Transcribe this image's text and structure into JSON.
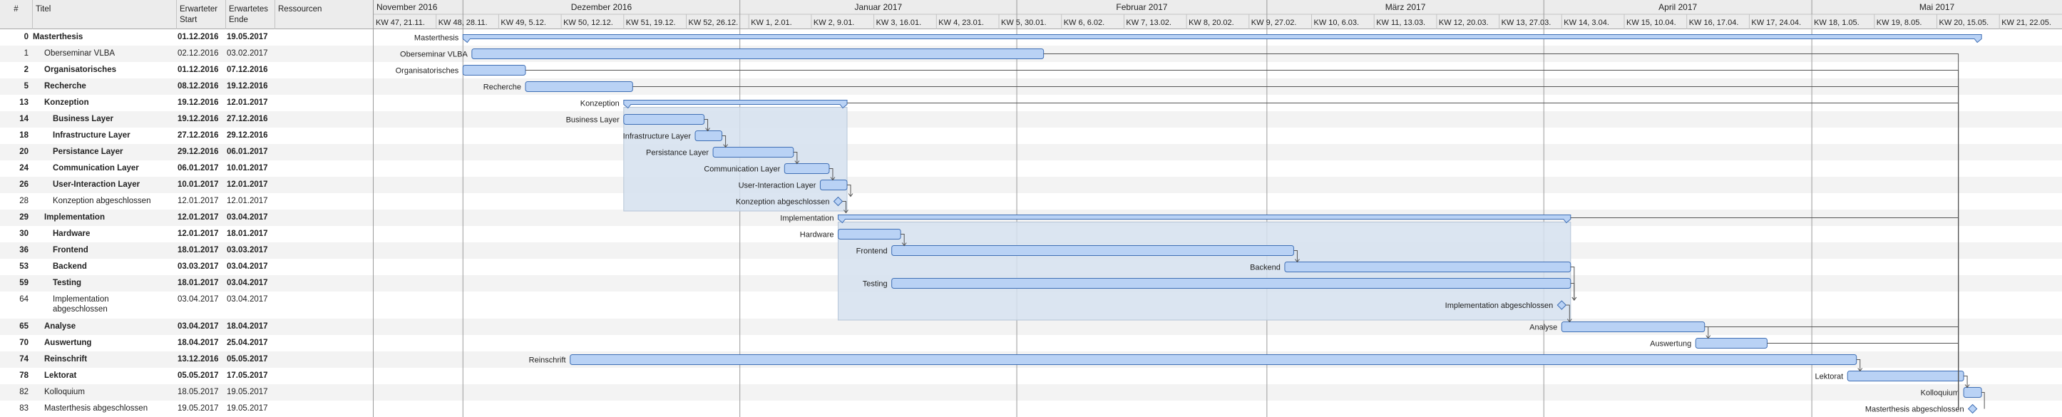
{
  "table": {
    "headers": {
      "num": "#",
      "title": "Titel",
      "start_l1": "Erwarteter",
      "start_l2": "Start",
      "end_l1": "Erwartetes",
      "end_l2": "Ende",
      "resources": "Ressourcen"
    },
    "rows": [
      {
        "id": "0",
        "title": "Masterthesis",
        "start": "01.12.2016",
        "end": "19.05.2017",
        "bold": true,
        "indent": 0
      },
      {
        "id": "1",
        "title": "Oberseminar VLBA",
        "start": "02.12.2016",
        "end": "03.02.2017",
        "bold": false,
        "indent": 1
      },
      {
        "id": "2",
        "title": "Organisatorisches",
        "start": "01.12.2016",
        "end": "07.12.2016",
        "bold": true,
        "indent": 1
      },
      {
        "id": "5",
        "title": "Recherche",
        "start": "08.12.2016",
        "end": "19.12.2016",
        "bold": true,
        "indent": 1
      },
      {
        "id": "13",
        "title": "Konzeption",
        "start": "19.12.2016",
        "end": "12.01.2017",
        "bold": true,
        "indent": 1
      },
      {
        "id": "14",
        "title": "Business Layer",
        "start": "19.12.2016",
        "end": "27.12.2016",
        "bold": true,
        "indent": 2
      },
      {
        "id": "18",
        "title": "Infrastructure Layer",
        "start": "27.12.2016",
        "end": "29.12.2016",
        "bold": true,
        "indent": 2
      },
      {
        "id": "20",
        "title": "Persistance Layer",
        "start": "29.12.2016",
        "end": "06.01.2017",
        "bold": true,
        "indent": 2
      },
      {
        "id": "24",
        "title": "Communication Layer",
        "start": "06.01.2017",
        "end": "10.01.2017",
        "bold": true,
        "indent": 2
      },
      {
        "id": "26",
        "title": "User-Interaction Layer",
        "start": "10.01.2017",
        "end": "12.01.2017",
        "bold": true,
        "indent": 2
      },
      {
        "id": "28",
        "title": "Konzeption abgeschlossen",
        "start": "12.01.2017",
        "end": "12.01.2017",
        "bold": false,
        "indent": 2
      },
      {
        "id": "29",
        "title": "Implementation",
        "start": "12.01.2017",
        "end": "03.04.2017",
        "bold": true,
        "indent": 1
      },
      {
        "id": "30",
        "title": "Hardware",
        "start": "12.01.2017",
        "end": "18.01.2017",
        "bold": true,
        "indent": 2
      },
      {
        "id": "36",
        "title": "Frontend",
        "start": "18.01.2017",
        "end": "03.03.2017",
        "bold": true,
        "indent": 2
      },
      {
        "id": "53",
        "title": "Backend",
        "start": "03.03.2017",
        "end": "03.04.2017",
        "bold": true,
        "indent": 2
      },
      {
        "id": "59",
        "title": "Testing",
        "start": "18.01.2017",
        "end": "03.04.2017",
        "bold": true,
        "indent": 2
      },
      {
        "id": "64",
        "title": "Implementation abgeschlossen",
        "start": "03.04.2017",
        "end": "03.04.2017",
        "bold": false,
        "indent": 2
      },
      {
        "id": "65",
        "title": "Analyse",
        "start": "03.04.2017",
        "end": "18.04.2017",
        "bold": true,
        "indent": 1
      },
      {
        "id": "70",
        "title": "Auswertung",
        "start": "18.04.2017",
        "end": "25.04.2017",
        "bold": true,
        "indent": 1
      },
      {
        "id": "74",
        "title": "Reinschrift",
        "start": "13.12.2016",
        "end": "05.05.2017",
        "bold": true,
        "indent": 1
      },
      {
        "id": "78",
        "title": "Lektorat",
        "start": "05.05.2017",
        "end": "17.05.2017",
        "bold": true,
        "indent": 1
      },
      {
        "id": "82",
        "title": "Kolloquium",
        "start": "18.05.2017",
        "end": "19.05.2017",
        "bold": false,
        "indent": 1
      },
      {
        "id": "83",
        "title": "Masterthesis abgeschlossen",
        "start": "19.05.2017",
        "end": "19.05.2017",
        "bold": false,
        "indent": 1
      }
    ]
  },
  "timeline": {
    "months": [
      "November 2016",
      "Dezember 2016",
      "Januar 2017",
      "Februar 2017",
      "März 2017",
      "April 2017",
      "Mai 2017"
    ],
    "weeks": [
      "KW 47, 21.11.",
      "KW 48, 28.11.",
      "KW 49, 5.12.",
      "KW 50, 12.12.",
      "KW 51, 19.12.",
      "KW 52, 26.12.",
      "KW 1, 2.01.",
      "KW 2, 9.01.",
      "KW 3, 16.01.",
      "KW 4, 23.01.",
      "KW 5, 30.01.",
      "KW 6, 6.02.",
      "KW 7, 13.02.",
      "KW 8, 20.02.",
      "KW 9, 27.02.",
      "KW 10, 6.03.",
      "KW 11, 13.03.",
      "KW 12, 20.03.",
      "KW 13, 27.03.",
      "KW 14, 3.04.",
      "KW 15, 10.04.",
      "KW 16, 17.04.",
      "KW 17, 24.04.",
      "KW 18, 1.05.",
      "KW 19, 8.05.",
      "KW 20, 15.05.",
      "KW 21, 22.05."
    ],
    "colors": {
      "bar_fill": "#b9d2f5",
      "bar_stroke": "#3f6fb5",
      "group_fill": "#d5e1ef",
      "line": "#555555"
    }
  },
  "tasks": [
    {
      "label": "Masterthesis",
      "start": "2016-12-01",
      "end": "2017-05-19",
      "type": "summary"
    },
    {
      "label": "Oberseminar VLBA",
      "start": "2016-12-02",
      "end": "2017-02-03",
      "type": "task"
    },
    {
      "label": "Organisatorisches",
      "start": "2016-12-01",
      "end": "2016-12-07",
      "type": "task"
    },
    {
      "label": "Recherche",
      "start": "2016-12-08",
      "end": "2016-12-19",
      "type": "task"
    },
    {
      "label": "Konzeption",
      "start": "2016-12-19",
      "end": "2017-01-12",
      "type": "summary"
    },
    {
      "label": "Business Layer",
      "start": "2016-12-19",
      "end": "2016-12-27",
      "type": "task"
    },
    {
      "label": "Infrastructure Layer",
      "start": "2016-12-27",
      "end": "2016-12-29",
      "type": "task"
    },
    {
      "label": "Persistance Layer",
      "start": "2016-12-29",
      "end": "2017-01-06",
      "type": "task"
    },
    {
      "label": "Communication Layer",
      "start": "2017-01-06",
      "end": "2017-01-10",
      "type": "task"
    },
    {
      "label": "User-Interaction Layer",
      "start": "2017-01-10",
      "end": "2017-01-12",
      "type": "task"
    },
    {
      "label": "Konzeption abgeschlossen",
      "start": "2017-01-12",
      "end": "2017-01-12",
      "type": "milestone"
    },
    {
      "label": "Implementation",
      "start": "2017-01-12",
      "end": "2017-04-03",
      "type": "summary"
    },
    {
      "label": "Hardware",
      "start": "2017-01-12",
      "end": "2017-01-18",
      "type": "task"
    },
    {
      "label": "Frontend",
      "start": "2017-01-18",
      "end": "2017-03-03",
      "type": "task"
    },
    {
      "label": "Backend",
      "start": "2017-03-03",
      "end": "2017-04-03",
      "type": "task"
    },
    {
      "label": "Testing",
      "start": "2017-01-18",
      "end": "2017-04-03",
      "type": "task"
    },
    {
      "label": "Implementation abgeschlossen",
      "start": "2017-04-03",
      "end": "2017-04-03",
      "type": "milestone"
    },
    {
      "label": "Analyse",
      "start": "2017-04-03",
      "end": "2017-04-18",
      "type": "task"
    },
    {
      "label": "Auswertung",
      "start": "2017-04-18",
      "end": "2017-04-25",
      "type": "task"
    },
    {
      "label": "Reinschrift",
      "start": "2016-12-13",
      "end": "2017-05-05",
      "type": "task"
    },
    {
      "label": "Lektorat",
      "start": "2017-05-05",
      "end": "2017-05-17",
      "type": "task"
    },
    {
      "label": "Kolloquium",
      "start": "2017-05-18",
      "end": "2017-05-19",
      "type": "task"
    },
    {
      "label": "Masterthesis abgeschlossen",
      "start": "2017-05-19",
      "end": "2017-05-19",
      "type": "milestone"
    }
  ],
  "groups": [
    {
      "name": "Konzeption",
      "start": "2016-12-19",
      "end": "2017-01-12",
      "first_task": 5,
      "last_task": 10
    },
    {
      "name": "Implementation",
      "start": "2017-01-12",
      "end": "2017-04-03",
      "first_task": 12,
      "last_task": 16
    }
  ],
  "dependencies": [
    [
      5,
      6
    ],
    [
      6,
      7
    ],
    [
      7,
      8
    ],
    [
      8,
      9
    ],
    [
      9,
      10
    ],
    [
      10,
      11
    ],
    [
      12,
      13
    ],
    [
      13,
      14
    ],
    [
      14,
      16
    ],
    [
      15,
      16
    ],
    [
      16,
      17
    ],
    [
      17,
      18
    ],
    [
      19,
      20
    ],
    [
      20,
      21
    ],
    [
      21,
      22
    ],
    [
      1,
      22
    ],
    [
      2,
      22
    ],
    [
      3,
      22
    ],
    [
      4,
      22
    ],
    [
      11,
      22
    ],
    [
      17,
      22
    ],
    [
      18,
      22
    ]
  ]
}
